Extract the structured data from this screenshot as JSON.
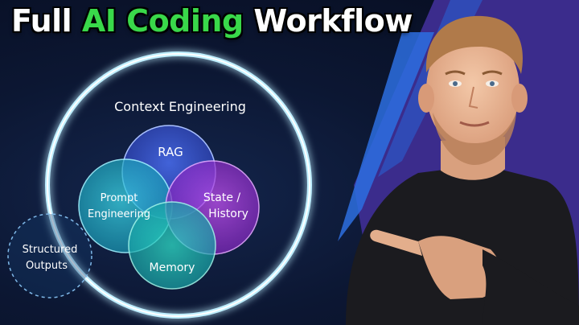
{
  "title": {
    "part1": "Full",
    "accent": "AI Coding",
    "part2": "Workflow"
  },
  "diagram": {
    "outer_label": "Context Engineering",
    "circles": [
      {
        "id": "rag",
        "lines": [
          "RAG"
        ],
        "color": "#3b5bd8"
      },
      {
        "id": "prompt",
        "lines": [
          "Prompt",
          "Engineering"
        ],
        "color": "#1fb4c8"
      },
      {
        "id": "state",
        "lines": [
          "State /",
          "History"
        ],
        "color": "#9b39d6"
      },
      {
        "id": "memory",
        "lines": [
          "Memory"
        ],
        "color": "#22c2b3"
      }
    ],
    "external_label": [
      "Structured",
      "Outputs"
    ]
  },
  "colors": {
    "accent_green": "#39d84a",
    "ring_glow": "#bfefff",
    "background": "#0b1530",
    "purple_panel": "#3a2a8a"
  },
  "presenter": {
    "pointing": "left"
  }
}
